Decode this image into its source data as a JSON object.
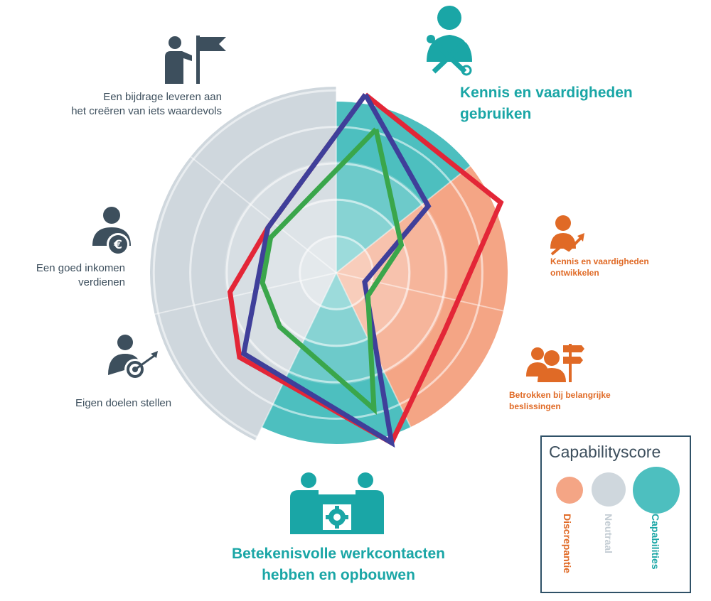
{
  "axis_labels": {
    "kennis_gebruiken": [
      "Kennis en vaardigheden",
      "gebruiken"
    ],
    "kennis_ontwikkelen": [
      "Kennis en vaardigheden",
      "ontwikkelen"
    ],
    "beslissingen": [
      "Betrokken bij belangrijke",
      "beslissingen"
    ],
    "werkcontacten": [
      "Betekenisvolle werkcontacten",
      "hebben en opbouwen"
    ],
    "doelen": [
      "Eigen doelen stellen"
    ],
    "inkomen": [
      "Een goed inkomen",
      "verdienen"
    ],
    "bijdrage": [
      "Een bijdrage leveren aan",
      "het creëren van iets waardevols"
    ]
  },
  "legend": {
    "title": "Capabilityscore",
    "discrepantie": "Discrepantie",
    "neutraal": "Neutraal",
    "capabilities": "Capabilities"
  },
  "colors": {
    "capabilities": "#4dbfbf",
    "capabilities_text": "#1aa6a6",
    "discrepantie": "#f4a585",
    "discrepantie_text": "#e06a26",
    "neutraal": "#cfd7dd",
    "neutraal_text": "#c3ccd3",
    "dark_text": "#3d4f5d",
    "series_red": "#e32637",
    "series_blue": "#3f3f9a",
    "series_green": "#3aa64b"
  },
  "icons": {
    "kennis_gebruiken": "tools-person-icon",
    "kennis_ontwikkelen": "growth-chart-person-icon",
    "beslissingen": "signpost-group-icon",
    "werkcontacten": "collaboration-gear-icon",
    "doelen": "target-person-icon",
    "inkomen": "euro-person-icon",
    "bijdrage": "flag-person-icon"
  },
  "chart_data": {
    "type": "radar",
    "axes": [
      "Kennis en vaardigheden gebruiken",
      "Kennis en vaardigheden ontwikkelen",
      "Betrokken bij belangrijke beslissingen",
      "Betekenisvolle werkcontacten hebben en opbouwen",
      "Eigen doelen stellen",
      "Een goed inkomen verdienen",
      "Een bijdrage leveren aan het creëren van iets waardevols"
    ],
    "scale_rings": 5,
    "ring_max": 1.0,
    "segments": [
      {
        "axis": 0,
        "category": "capabilities",
        "level": 0.92
      },
      {
        "axis": 1,
        "category": "discrepantie",
        "level": 0.92
      },
      {
        "axis": 2,
        "category": "discrepantie",
        "level": 0.92
      },
      {
        "axis": 3,
        "category": "capabilities",
        "level": 0.92
      },
      {
        "axis": 4,
        "category": "neutraal",
        "level": 1.0
      },
      {
        "axis": 5,
        "category": "neutraal",
        "level": 1.0
      },
      {
        "axis": 6,
        "category": "neutraal",
        "level": 1.0
      }
    ],
    "lines": [
      {
        "key": "red",
        "points": [
          [
            0.97,
            0.18
          ],
          [
            0.96,
            1.3
          ],
          [
            0.66,
            2.3
          ],
          [
            0.96,
            3.15
          ],
          [
            0.69,
            4.45
          ],
          [
            0.58,
            5.05
          ],
          [
            0.44,
            5.9
          ],
          [
            0.97,
            0.18
          ]
        ]
      },
      {
        "key": "blue",
        "points": [
          [
            0.97,
            0.18
          ],
          [
            0.61,
            1.05
          ],
          [
            0.16,
            2.1
          ],
          [
            0.96,
            3.15
          ],
          [
            0.66,
            4.45
          ],
          [
            0.44,
            5.9
          ],
          [
            0.97,
            0.18
          ]
        ]
      },
      {
        "key": "green",
        "points": [
          [
            0.8,
            0.3
          ],
          [
            0.38,
            1.3
          ],
          [
            0.21,
            2.45
          ],
          [
            0.76,
            3.2
          ],
          [
            0.42,
            4.4
          ],
          [
            0.4,
            5.1
          ],
          [
            0.4,
            5.8
          ],
          [
            0.8,
            0.3
          ]
        ]
      }
    ]
  }
}
